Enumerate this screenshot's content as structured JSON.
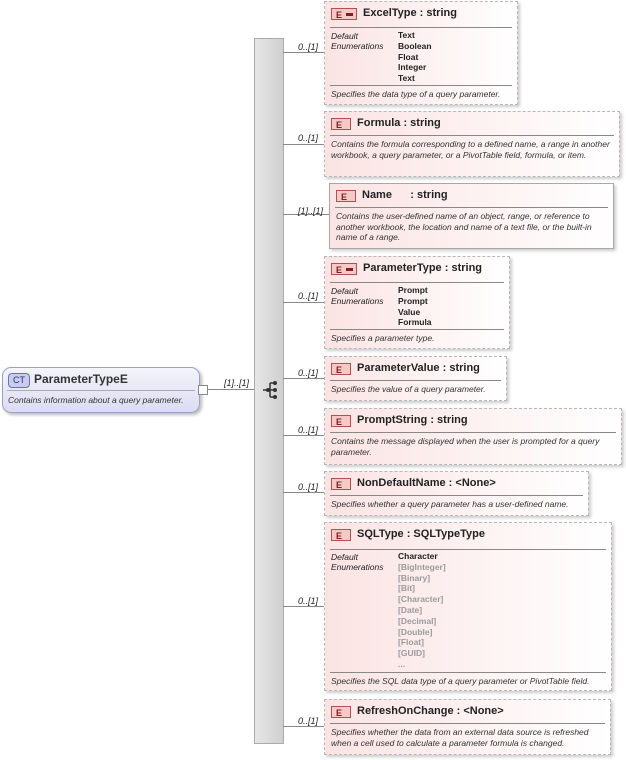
{
  "complex_type": {
    "badge": "CT",
    "name": "ParameterTypeE",
    "description": "Contains information about a query parameter.",
    "multiplicity": "[1]..[1]"
  },
  "elements": [
    {
      "title": "ExcelType : string",
      "multiplicity": "0..[1]",
      "default_label": "Default",
      "enum_label": "Enumerations",
      "values": [
        "Text",
        "Boolean",
        "Float",
        "Integer",
        "Text"
      ],
      "description": "Specifies the data type of a query parameter."
    },
    {
      "title": "Formula  : string",
      "multiplicity": "0..[1]",
      "description": "Contains the formula corresponding to a defined name, a range in another workbook, a query parameter, or a PivotTable field, formula, or item."
    },
    {
      "title": "Name      : string",
      "multiplicity": "[1]..[1]",
      "description": "Contains the user-defined name of an object, range, or reference to another workbook, the location and name of a text file, or the built-in name of a range."
    },
    {
      "title": "ParameterType : string",
      "multiplicity": "0..[1]",
      "default_label": "Default",
      "enum_label": "Enumerations",
      "values": [
        "Prompt",
        "Prompt",
        "Value",
        "Formula"
      ],
      "description": "Specifies a parameter type."
    },
    {
      "title": "ParameterValue : string",
      "multiplicity": "0..[1]",
      "description": "Specifies the value of a query parameter."
    },
    {
      "title": "PromptString : string",
      "multiplicity": "0..[1]",
      "description": "Contains the message displayed when the user is prompted for a query parameter."
    },
    {
      "title": "NonDefaultName : <None>",
      "multiplicity": "0..[1]",
      "description": "Specifies whether a query parameter has a user-defined name."
    },
    {
      "title": "SQLType : SQLTypeType",
      "multiplicity": "0..[1]",
      "default_label": "Default",
      "enum_label": "Enumerations",
      "values": [
        "Character",
        "[BigInteger]",
        "[Binary]",
        "[Bit]",
        "[Character]",
        "[Date]",
        "[Decimal]",
        "[Double]",
        "[Float]",
        "[GUID]",
        "..."
      ],
      "description": "Specifies the SQL data type of a query parameter or PivotTable field."
    },
    {
      "title": "RefreshOnChange : <None>",
      "multiplicity": "0..[1]",
      "description": "Specifies whether the data from an external data source is refreshed when a cell used to calculate a parameter formula is changed."
    }
  ],
  "badge_label": "E"
}
